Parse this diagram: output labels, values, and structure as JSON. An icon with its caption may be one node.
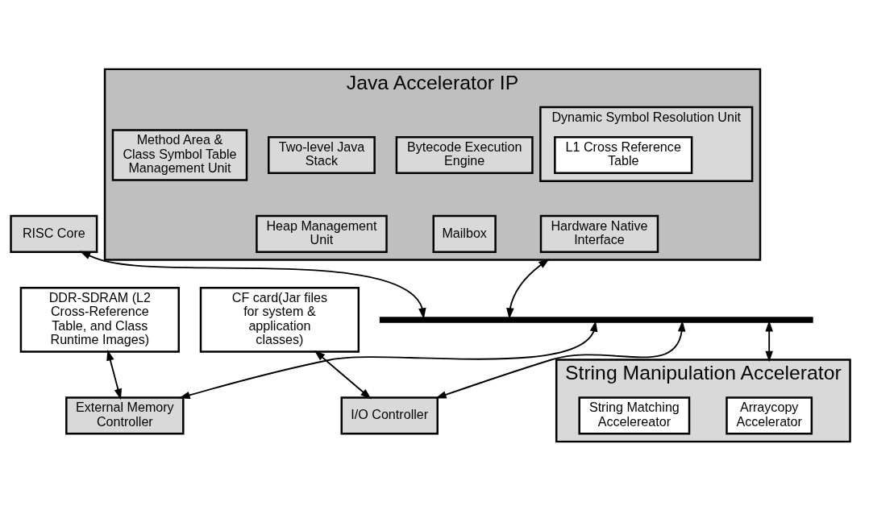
{
  "diagram": {
    "nodes": [
      {
        "text": [
          "Java Accelerator IP"
        ]
      },
      {
        "text": [
          "Bytecode Execution Engine"
        ],
        "in": 0
      },
      {
        "text": [
          "Two-level Java Stack"
        ],
        "in": 0
      },
      {
        "text": [
          "Dynamic Symbol Resolution Unit"
        ],
        "in": 0
      },
      {
        "text": [
          "L1 Cross Reference Table"
        ],
        "in": 3
      },
      {
        "text": [
          "Method Area & Class Symbol Table Management Unit"
        ],
        "in": 0
      },
      {
        "text": [
          "Mailbox"
        ],
        "in": 0
      },
      {
        "text": [
          "Heap Management Unit"
        ],
        "in": 0
      },
      {
        "text": [
          "Hardware Native Interface"
        ],
        "in": 0
      },
      {
        "text": [
          "RISC Core"
        ]
      },
      {
        "text": [
          "DDR-SDRAM (L2 Cross-Reference Table, and Class Runtime Images)"
        ]
      },
      {
        "text": [
          "External Memory Controller"
        ]
      },
      {
        "text": [
          "I/O Controller"
        ]
      },
      {
        "text": [
          "CF card(Jar files for system & application classes)"
        ]
      },
      {
        "text": [
          "String Manipulation Accelerator"
        ]
      },
      {
        "text": [
          "Arraycopy Accelerator"
        ],
        "in": 14
      },
      {
        "text": [
          "String Matching Accelereator"
        ],
        "in": 14
      },
      {
        "text": [],
        "shape": "bar"
      }
    ],
    "edges": [
      {
        "from": 9,
        "to": 17,
        "arrow": "both"
      },
      {
        "from": 0,
        "to": 17,
        "arrow": "both"
      },
      {
        "from": 17,
        "to": 11,
        "arrow": "both"
      },
      {
        "from": 17,
        "to": 12,
        "arrow": "both"
      },
      {
        "from": 17,
        "to": 14,
        "arrow": "both"
      },
      {
        "from": 10,
        "to": 11,
        "arrow": "both"
      },
      {
        "from": 13,
        "to": 12,
        "arrow": "both"
      }
    ]
  }
}
